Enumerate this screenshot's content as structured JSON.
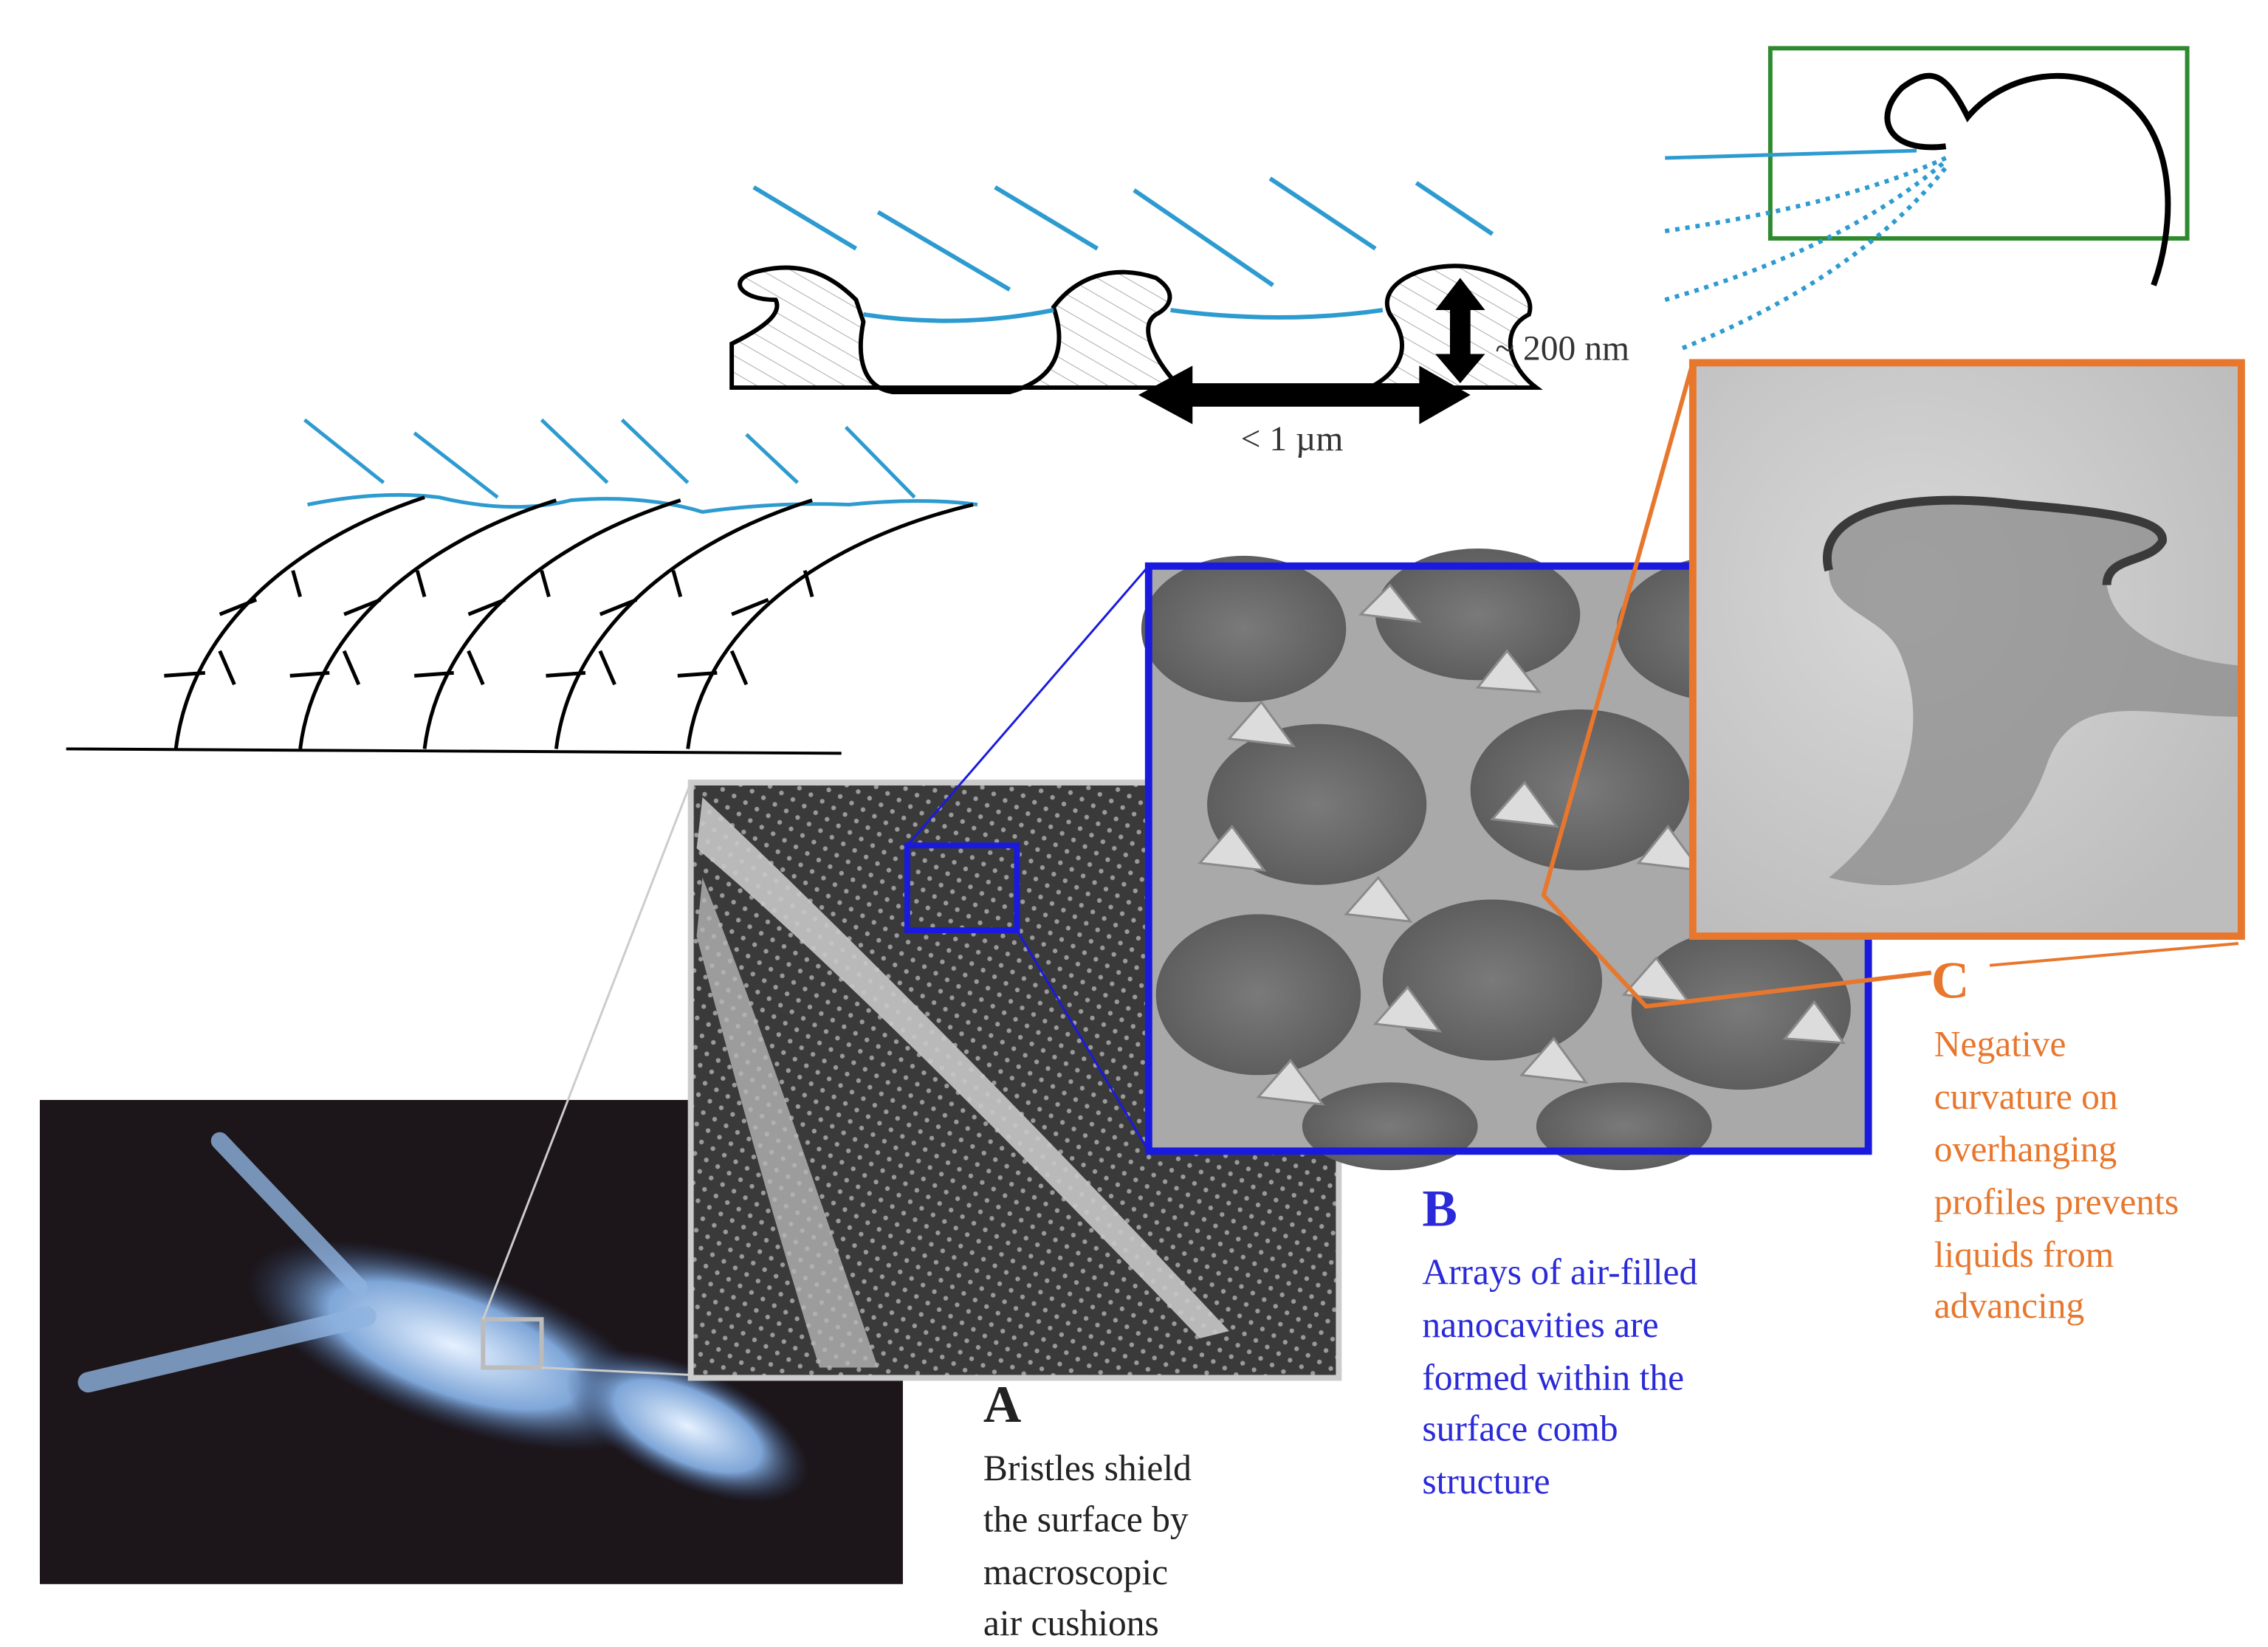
{
  "dimensions": {
    "height_label": "~ 200 nm",
    "width_label": "< 1 µm"
  },
  "panels": {
    "A": {
      "letter": "A",
      "lines": [
        "Bristles shield",
        "the surface by",
        "macroscopic",
        "air cushions"
      ]
    },
    "B": {
      "letter": "B",
      "lines": [
        "Arrays of air-filled",
        "nanocavities are",
        "formed within the",
        "surface comb",
        "structure"
      ]
    },
    "C": {
      "letter": "C",
      "lines": [
        "Negative",
        "curvature on",
        "overhanging",
        "profiles prevents",
        "liquids from",
        "advancing"
      ]
    }
  },
  "colors": {
    "liquid": "#2e9bd0",
    "panel_b": "#1a1adf",
    "panel_c": "#e8772e",
    "zoom_green": "#2f8a2f",
    "text_a": "#222222"
  }
}
